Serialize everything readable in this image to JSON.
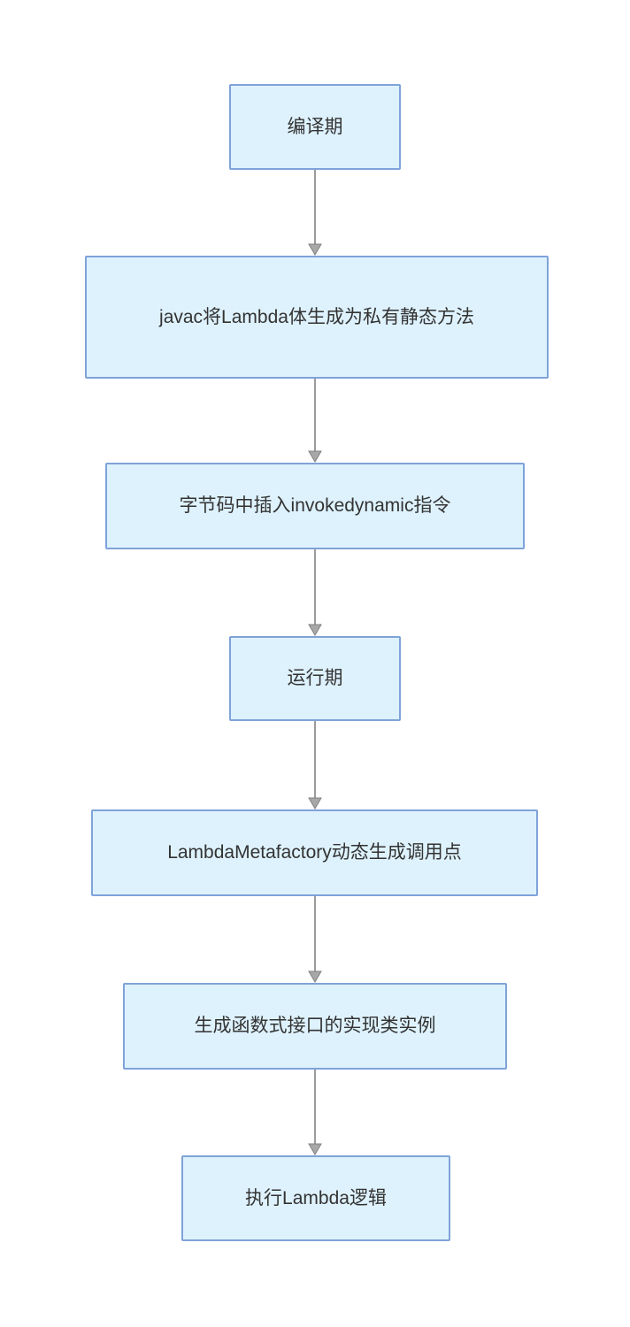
{
  "diagram": {
    "type": "flowchart",
    "direction": "top-down",
    "nodes": [
      {
        "id": "compile-phase",
        "label": "编译期"
      },
      {
        "id": "javac-private-static-method",
        "label": "javac将Lambda体生成为私有静态方法"
      },
      {
        "id": "insert-invokedynamic",
        "label": "字节码中插入invokedynamic指令"
      },
      {
        "id": "runtime-phase",
        "label": "运行期"
      },
      {
        "id": "lambdametafactory-callsite",
        "label": "LambdaMetafactory动态生成调用点"
      },
      {
        "id": "functional-interface-instance",
        "label": "生成函数式接口的实现类实例"
      },
      {
        "id": "execute-lambda-logic",
        "label": "执行Lambda逻辑"
      }
    ],
    "edges": [
      {
        "from": "compile-phase",
        "to": "javac-private-static-method"
      },
      {
        "from": "javac-private-static-method",
        "to": "insert-invokedynamic"
      },
      {
        "from": "insert-invokedynamic",
        "to": "runtime-phase"
      },
      {
        "from": "runtime-phase",
        "to": "lambdametafactory-callsite"
      },
      {
        "from": "lambdametafactory-callsite",
        "to": "functional-interface-instance"
      },
      {
        "from": "functional-interface-instance",
        "to": "execute-lambda-logic"
      }
    ]
  },
  "style": {
    "background": "#ffffff",
    "node_fill": "#def2fd",
    "node_border": "#7fa3d9",
    "text_color": "#333333",
    "arrow_line": "#9b9b9b",
    "arrow_head_fill": "#a8a8a8",
    "arrow_head_stroke": "#808080"
  }
}
